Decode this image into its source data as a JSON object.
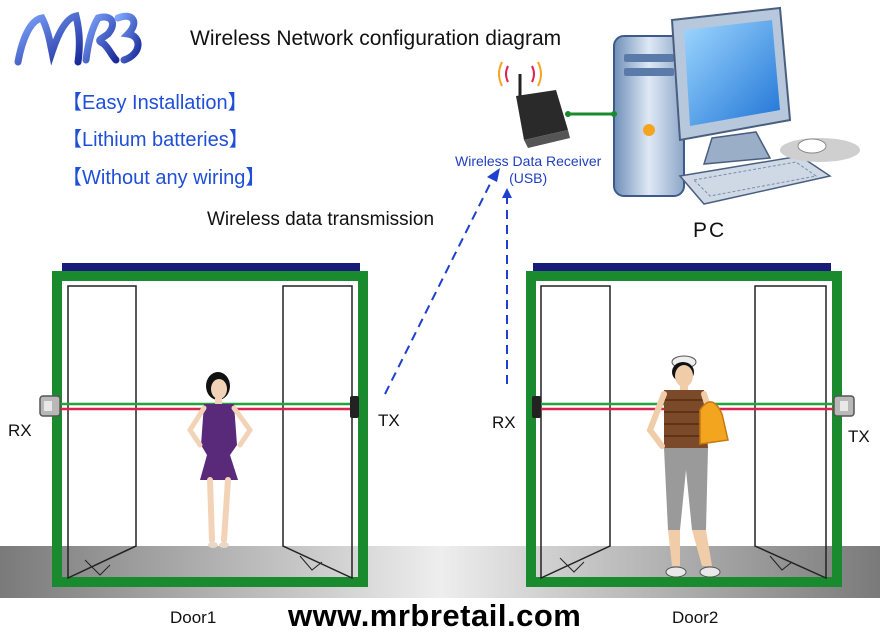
{
  "logo": {
    "text": "MRB"
  },
  "title": "Wireless Network configuration diagram",
  "features": [
    {
      "open": "【",
      "text": "Easy Installation",
      "close": "】"
    },
    {
      "open": "【",
      "text": "Lithium batteries",
      "close": "】"
    },
    {
      "open": "【",
      "text": "Without any wiring",
      "close": "】"
    }
  ],
  "receiver": {
    "line1": "Wireless Data Receiver",
    "line2": "(USB)"
  },
  "transmission_label": "Wireless data transmission",
  "pc_label": "PC",
  "door1": {
    "label": "Door1",
    "rx": "RX",
    "tx": "TX"
  },
  "door2": {
    "label": "Door2",
    "rx": "RX",
    "tx": "TX"
  },
  "website": "www.mrbretail.com",
  "colors": {
    "frame_green": "#1a8a2e",
    "header_navy": "#1a1a7a",
    "beam_red": "#d8254f",
    "beam_green": "#22a43c",
    "signal_blue": "#1f3fd0",
    "text_blue": "#1f4fd8",
    "floor_gray": "#9a9a9a"
  },
  "icons": [
    "mrb-logo-icon",
    "wireless-receiver-icon",
    "pc-computer-icon",
    "woman-figure-icon",
    "man-figure-icon",
    "rx-sensor-icon",
    "tx-sensor-icon"
  ]
}
